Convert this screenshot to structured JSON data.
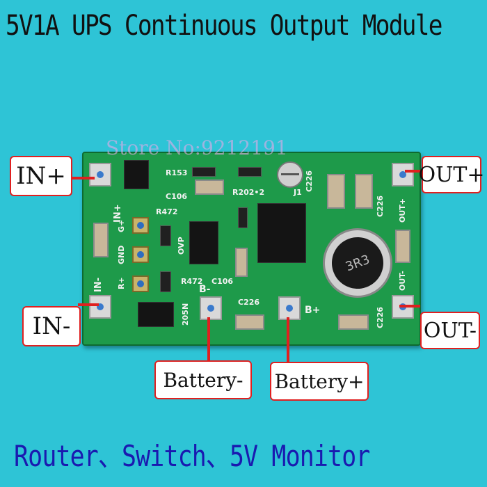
{
  "title": "5V1A UPS Continuous Output Module",
  "watermark": "Store No:9212191",
  "footer": "Router、Switch、5V Monitor",
  "labels": {
    "in_plus": "IN+",
    "in_minus": "IN-",
    "out_plus": "OUT+",
    "out_minus": "OUT-",
    "battery_minus": "Battery-",
    "battery_plus": "Battery+"
  },
  "silkscreen": {
    "r153": "R153",
    "c106_top": "C106",
    "r472_top": "R472",
    "r202": "R202•2",
    "j1": "J1",
    "c226_a": "C226",
    "c226_b": "C226",
    "ovp": "OVP",
    "r472_bottom": "R472",
    "c106_bottom": "C106",
    "c226_mid": "C226",
    "b_minus": "B-",
    "b_plus": "B+",
    "c226_bottom": "C226",
    "in_plus_silk": "IN+",
    "in_minus_silk": "IN-",
    "g_plus": "G+",
    "gnd": "GND",
    "r_plus": "R+",
    "out_plus_silk": "OUT+",
    "out_minus_silk": "OUT-",
    "s05n": "205N",
    "inductor": "3R3"
  },
  "colors": {
    "background": "#2ec4d6",
    "board": "#1e9a4a",
    "label_border": "#e02020",
    "footer_text": "#1a1ab0"
  }
}
